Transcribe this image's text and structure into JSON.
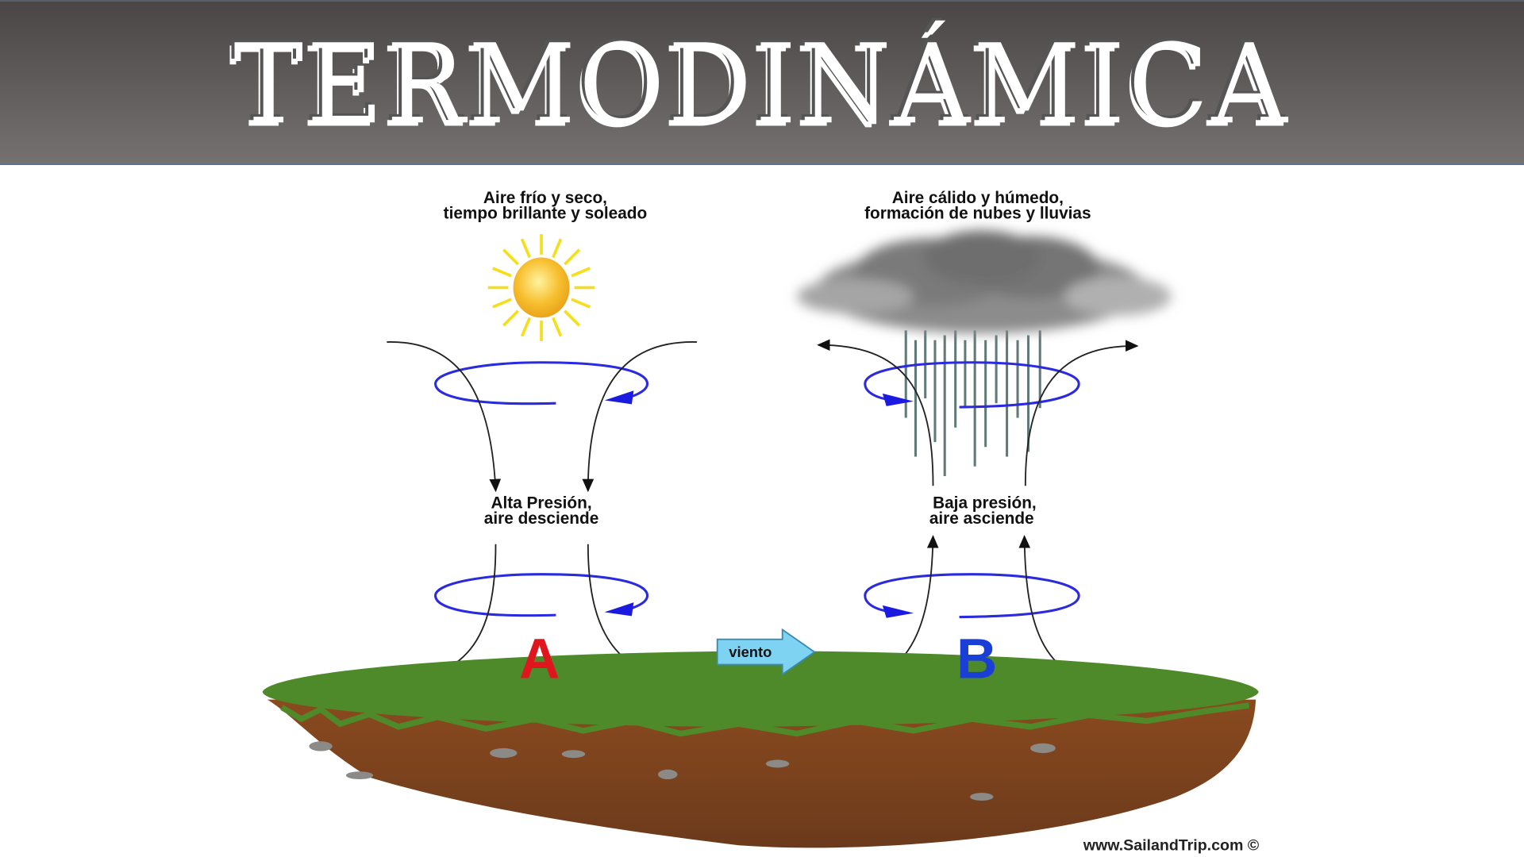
{
  "header": {
    "title": "TERMODINÁMICA"
  },
  "diagram": {
    "high": {
      "caption_line1": "Aire frío y seco,",
      "caption_line2": "tiempo brillante y soleado",
      "label_line1": "Alta Presión,",
      "label_line2": "aire desciende",
      "letter": "A"
    },
    "low": {
      "caption_line1": "Aire cálido y húmedo,",
      "caption_line2": "formación de nubes y lluvias",
      "label_line1": "Baja presión,",
      "label_line2": "aire asciende",
      "letter": "B"
    },
    "wind_label": "viento",
    "credit": "www.SailandTrip.com ©"
  },
  "colors": {
    "high": "#e0161e",
    "low": "#1a3fd6",
    "circulation": "#2a2ae0",
    "wind": "#7fd3f2",
    "grass": "#4f8a2a",
    "soil": "#7a4220"
  }
}
